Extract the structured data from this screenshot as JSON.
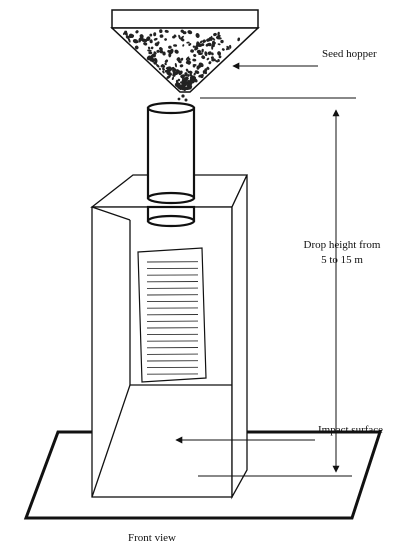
{
  "labels": {
    "seed_hopper": "Seed  hopper",
    "drop_height_line1": "Drop height from",
    "drop_height_line2": "5 to 15 m",
    "impact_surface": "Impact surface",
    "front_view": "Front view"
  },
  "colors": {
    "stroke": "#111111",
    "seed": "#222222",
    "sheet_lines": "#333333",
    "background": "#ffffff"
  }
}
